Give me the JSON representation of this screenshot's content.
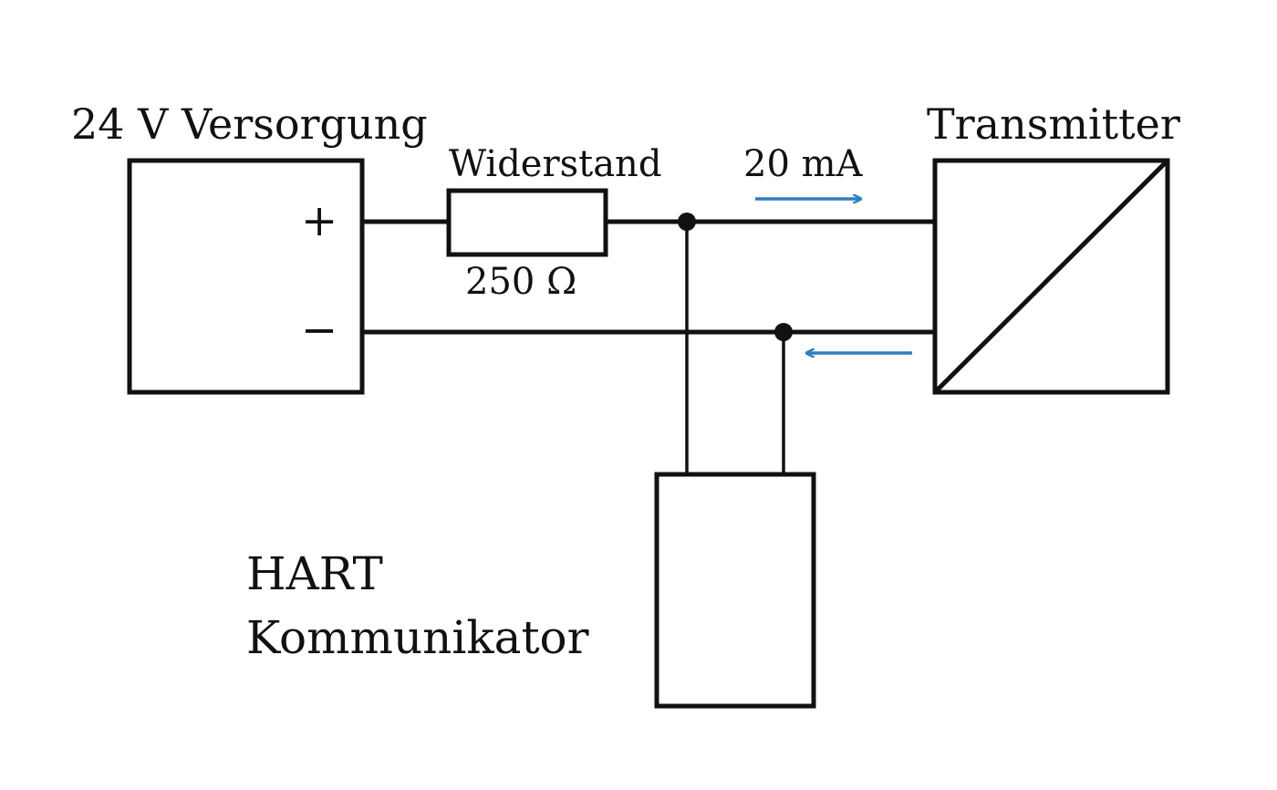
{
  "supply": {
    "title": "24 V Versorgung",
    "plus": "+",
    "minus": "−"
  },
  "resistor": {
    "label": "Widerstand",
    "value": "250 Ω"
  },
  "current": {
    "label": "20 mA"
  },
  "transmitter": {
    "title": "Transmitter"
  },
  "communicator": {
    "line1": "HART",
    "line2": "Kommunikator"
  },
  "colors": {
    "line": "#111111",
    "arrow": "#2f7fc1",
    "background": "#ffffff"
  }
}
